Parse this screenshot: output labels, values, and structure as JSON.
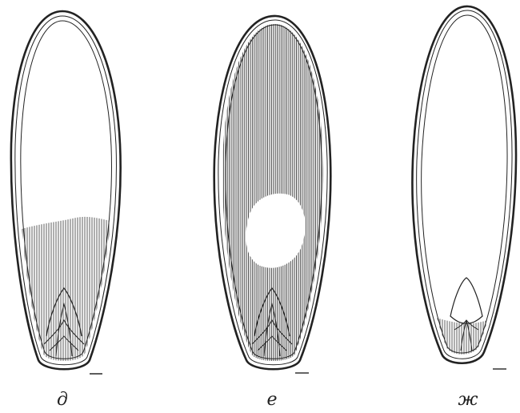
{
  "figures": [
    {
      "label": "д"
    },
    {
      "label": "е"
    },
    {
      "label": "ж"
    }
  ],
  "colors": {
    "ink": "#222222",
    "paper": "#ffffff"
  }
}
